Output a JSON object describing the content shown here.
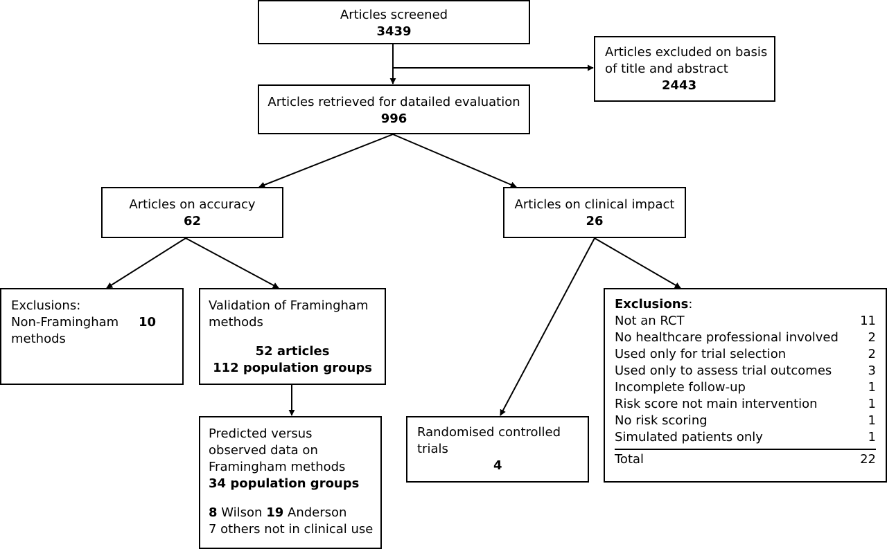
{
  "screened": {
    "label": "Articles screened",
    "count": "3439"
  },
  "excluded_title": {
    "label_line1": "Articles excluded on basis",
    "label_line2": "of title and abstract",
    "count": "2443"
  },
  "retrieved": {
    "label": "Articles retrieved for datailed evaluation",
    "count": "996"
  },
  "accuracy": {
    "label": "Articles on accuracy",
    "count": "62"
  },
  "clinical": {
    "label": "Articles on clinical impact",
    "count": "26"
  },
  "exclusions_left": {
    "line1": "Exclusions:",
    "line2": "Non-Framingham",
    "line3": "methods",
    "count": "10"
  },
  "validation": {
    "line1": "Validation of Framingham",
    "line2": "methods",
    "articles": "52 articles",
    "groups": "112 population groups"
  },
  "predicted": {
    "line1": "Predicted versus",
    "line2": "observed data on",
    "line3": "Framingham methods",
    "groups": "34 population groups",
    "wilson_num": "8",
    "wilson_label": "Wilson",
    "anderson_num": "19",
    "anderson_label": "Anderson",
    "others": "7 others not in clinical use"
  },
  "rct": {
    "line1": "Randomised controlled",
    "line2": "trials",
    "count": "4"
  },
  "exclusions_right": {
    "title": "Exclusions",
    "title_suffix": ":",
    "rows": [
      {
        "label": "Not an RCT",
        "count": "11"
      },
      {
        "label": "No healthcare professional involved",
        "count": "2"
      },
      {
        "label": "Used only for trial selection",
        "count": "2"
      },
      {
        "label": "Used only to assess trial outcomes",
        "count": "3"
      },
      {
        "label": "Incomplete follow-up",
        "count": "1"
      },
      {
        "label": "Risk score not main intervention",
        "count": "1"
      },
      {
        "label": "No risk scoring",
        "count": "1"
      },
      {
        "label": "Simulated patients only",
        "count": "1"
      }
    ],
    "total_label": "Total",
    "total_count": "22"
  }
}
